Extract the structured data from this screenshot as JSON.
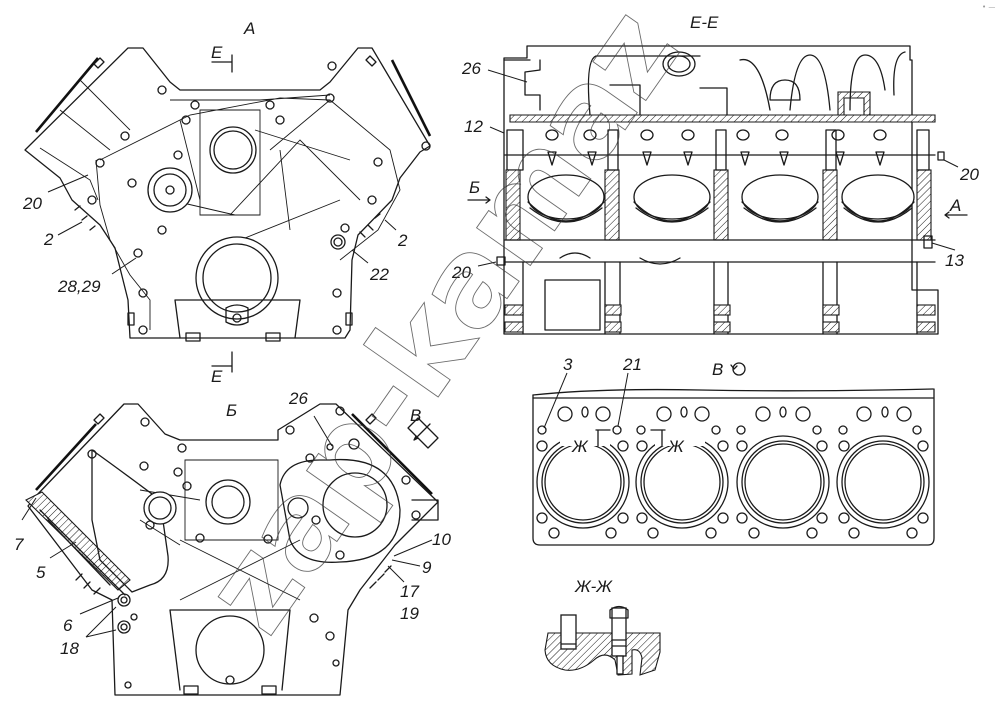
{
  "document": {
    "type": "engine cylinder block technical drawing",
    "watermark": "zap-kamaz",
    "corner_mark": "• —"
  },
  "views": {
    "view_a": {
      "title": "А",
      "section_marker_top": "Е",
      "section_marker_bottom": "Е",
      "callouts": [
        "20",
        "2",
        "2",
        "28,29",
        "22"
      ]
    },
    "section_ee": {
      "title": "Е-Е",
      "view_arrow_left": "Б",
      "view_arrow_right": "А",
      "callouts": [
        "26",
        "12",
        "20",
        "20",
        "13"
      ]
    },
    "view_b": {
      "title": "Б",
      "view_arrow": "В",
      "callouts": [
        "26",
        "7",
        "5",
        "6",
        "18",
        "10",
        "9",
        "17",
        "19"
      ]
    },
    "view_v": {
      "title": "В",
      "rotation_symbol": "⟲",
      "section_marker_left": "Ж",
      "section_marker_right": "Ж",
      "callouts": [
        "3",
        "21"
      ]
    },
    "section_zhzh": {
      "title": "Ж-Ж"
    }
  }
}
